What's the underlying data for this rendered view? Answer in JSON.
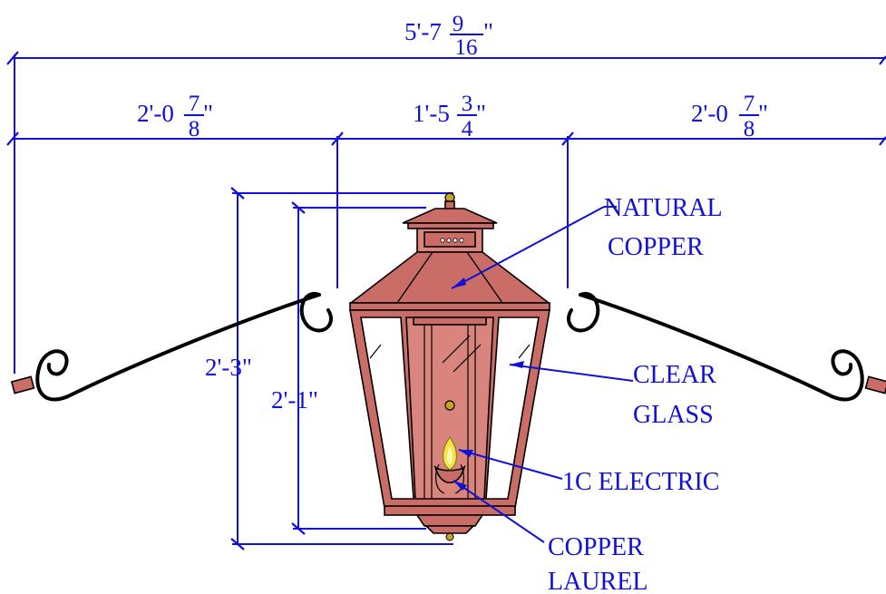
{
  "dimensions": {
    "overall_width": {
      "whole": "5'-7",
      "num": "9",
      "den": "16",
      "unit": "\""
    },
    "left_arm": {
      "whole": "2'-0",
      "num": "7",
      "den": "8",
      "unit": "\""
    },
    "lantern_width": {
      "whole": "1'-5",
      "num": "3",
      "den": "4",
      "unit": "\""
    },
    "right_arm": {
      "whole": "2'-0",
      "num": "7",
      "den": "8",
      "unit": "\""
    },
    "overall_height": "2'-3\"",
    "body_height": "2'-1\""
  },
  "callouts": {
    "natural_copper": [
      "NATURAL",
      "COPPER"
    ],
    "clear_glass": [
      "CLEAR",
      "GLASS"
    ],
    "electric": [
      "1C ELECTRIC"
    ],
    "copper_laurel": [
      "COPPER",
      "LAUREL"
    ]
  },
  "colors": {
    "dimension_blue": "#1010d8",
    "copper": "#c96d66",
    "flame_yellow": "#f2e44a"
  }
}
